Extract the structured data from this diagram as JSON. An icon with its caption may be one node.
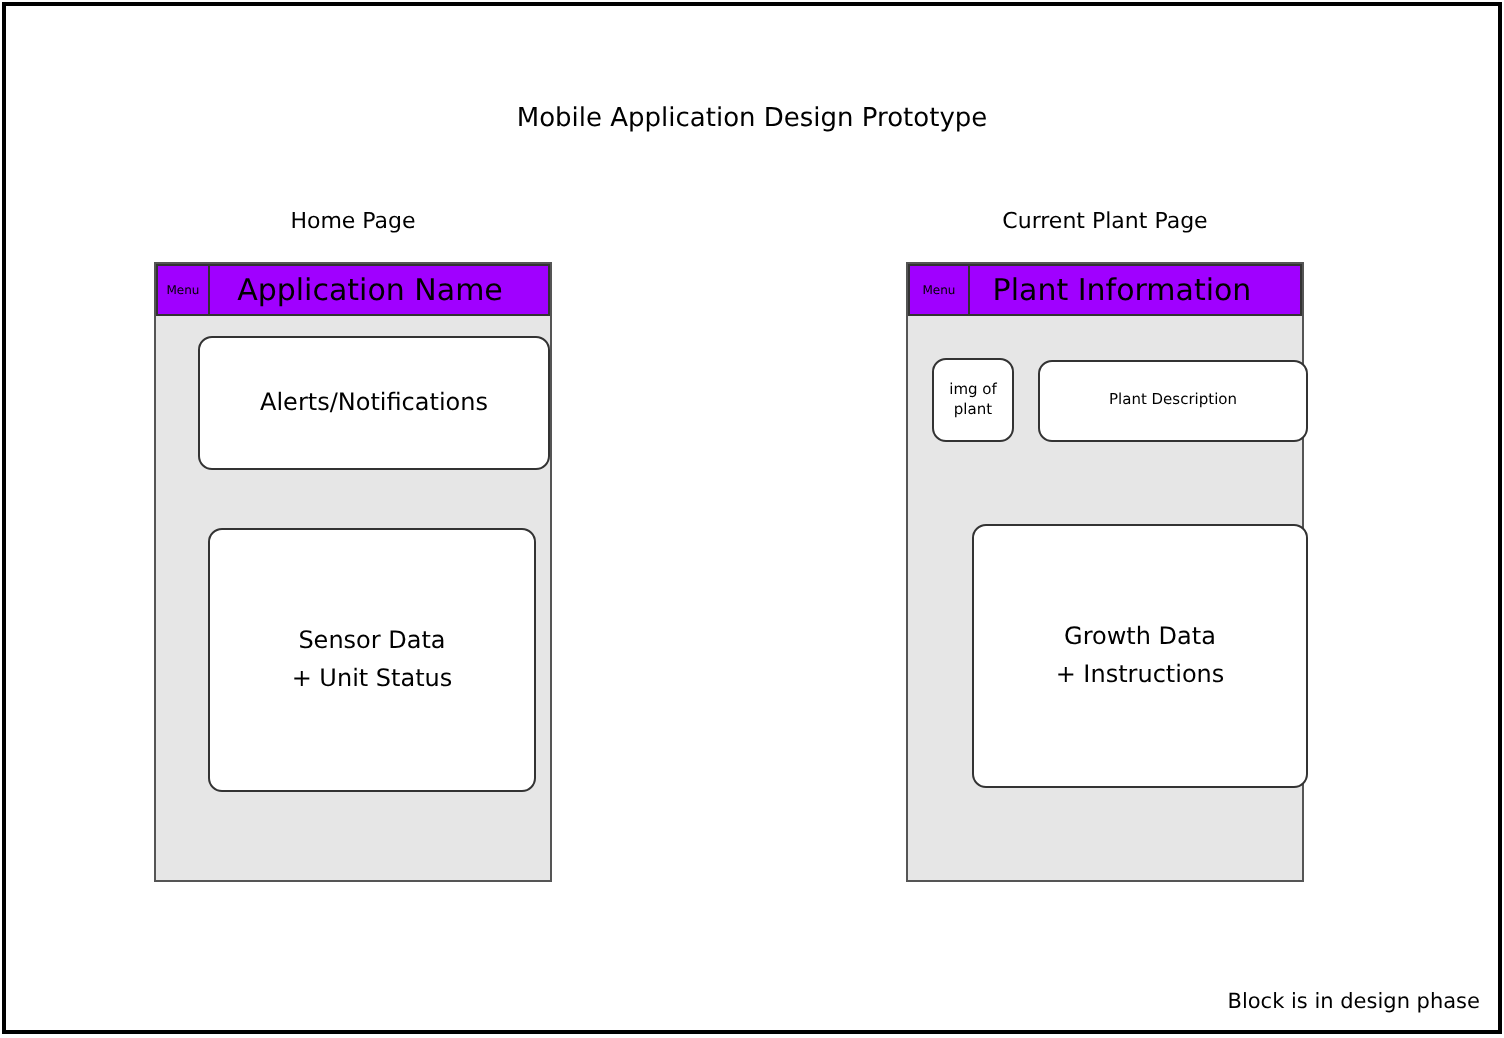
{
  "diagram": {
    "title": "Mobile Application Design Prototype",
    "nodes": [
      {
        "text": [
          "Home Page"
        ]
      },
      {
        "text": [
          "Application Name"
        ],
        "in": 0
      },
      {
        "text": [
          "Menu"
        ],
        "in": 1
      },
      {
        "text": [
          "Alerts/Notifications"
        ],
        "in": 0
      },
      {
        "text": [
          "Sensor Data + Unit Status"
        ],
        "in": 0
      },
      {
        "text": [
          "Current Plant Page"
        ]
      },
      {
        "text": [
          "Plant Information"
        ],
        "in": 5
      },
      {
        "text": [
          "Menu"
        ],
        "in": 6
      },
      {
        "text": [
          "img of plant"
        ],
        "in": 5
      },
      {
        "text": [
          "Plant Description"
        ],
        "in": 5
      },
      {
        "text": [
          "Growth Data + Instructions"
        ],
        "in": 5
      }
    ],
    "labels": [
      "Block is in design phase"
    ]
  }
}
